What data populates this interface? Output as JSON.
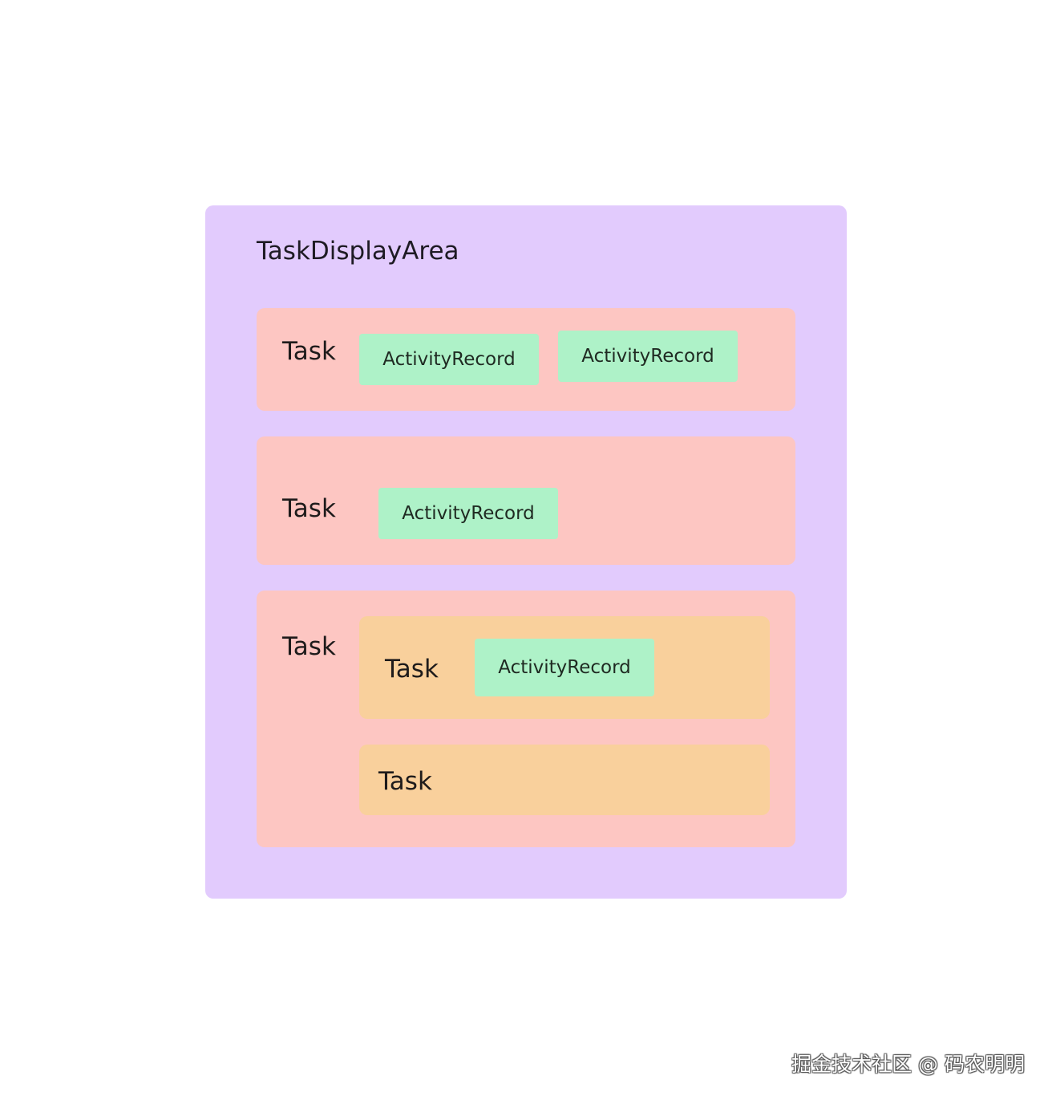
{
  "diagram": {
    "area": {
      "label": "TaskDisplayArea"
    },
    "task1": {
      "label": "Task",
      "records": [
        "ActivityRecord",
        "ActivityRecord"
      ]
    },
    "task2": {
      "label": "Task",
      "records": [
        "ActivityRecord"
      ]
    },
    "task3": {
      "label": "Task",
      "child1": {
        "label": "Task",
        "records": [
          "ActivityRecord"
        ]
      },
      "child2": {
        "label": "Task"
      }
    }
  },
  "watermark": "掘金技术社区 @ 码农明明",
  "colors": {
    "area": "#e2cbfd",
    "task": "#fdc6c2",
    "nested_task": "#f9d09c",
    "activity_record": "#aef2c8"
  }
}
